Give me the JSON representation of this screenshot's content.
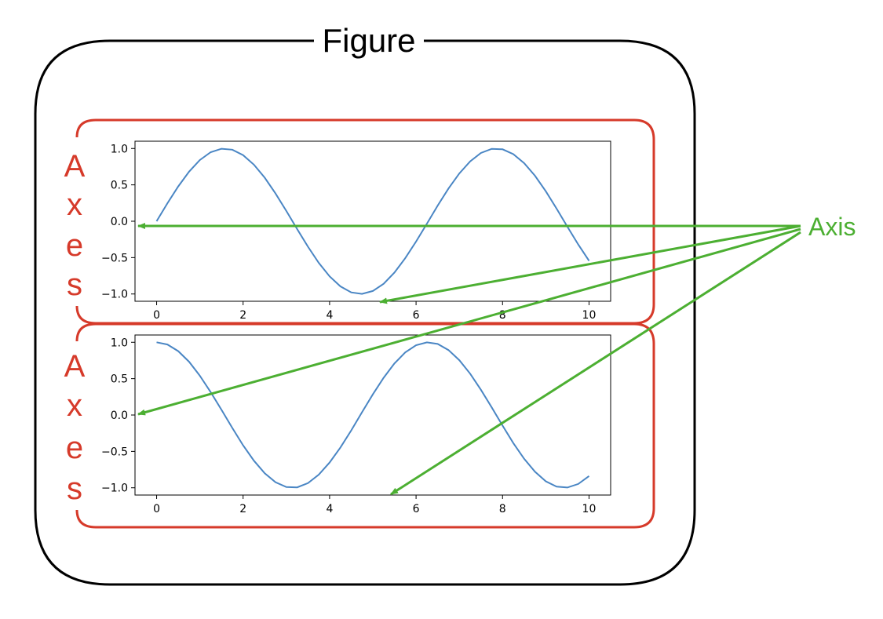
{
  "title": "Figure",
  "axes_label_letters": [
    "A",
    "x",
    "e",
    "s"
  ],
  "axis_label": "Axis",
  "colors": {
    "figure_border": "#000000",
    "axes_border": "#d63a2a",
    "axis_arrow": "#4caf32",
    "curve": "#4a86c4"
  },
  "chart_data": [
    {
      "type": "line",
      "title": "",
      "xlabel": "",
      "ylabel": "",
      "function": "sin(x)",
      "x": [
        0,
        0.25,
        0.5,
        0.75,
        1,
        1.25,
        1.5,
        1.75,
        2,
        2.25,
        2.5,
        2.75,
        3,
        3.25,
        3.5,
        3.75,
        4,
        4.25,
        4.5,
        4.75,
        5,
        5.25,
        5.5,
        5.75,
        6,
        6.25,
        6.5,
        6.75,
        7,
        7.25,
        7.5,
        7.75,
        8,
        8.25,
        8.5,
        8.75,
        9,
        9.25,
        9.5,
        9.75,
        10
      ],
      "y": [
        0,
        0.247,
        0.479,
        0.682,
        0.841,
        0.949,
        0.997,
        0.984,
        0.909,
        0.778,
        0.598,
        0.382,
        0.141,
        -0.108,
        -0.351,
        -0.572,
        -0.757,
        -0.895,
        -0.978,
        -0.999,
        -0.959,
        -0.859,
        -0.706,
        -0.508,
        -0.279,
        -0.033,
        0.215,
        0.45,
        0.657,
        0.823,
        0.938,
        0.995,
        0.989,
        0.922,
        0.798,
        0.625,
        0.412,
        0.174,
        -0.075,
        -0.319,
        -0.544
      ],
      "xticks": [
        "0",
        "2",
        "4",
        "6",
        "8",
        "10"
      ],
      "yticks": [
        "1.0",
        "0.5",
        "0.0",
        "−0.5",
        "−1.0"
      ],
      "xlim": [
        -0.5,
        10.5
      ],
      "ylim": [
        -1.1,
        1.1
      ]
    },
    {
      "type": "line",
      "title": "",
      "xlabel": "",
      "ylabel": "",
      "function": "cos(x)",
      "x": [
        0,
        0.25,
        0.5,
        0.75,
        1,
        1.25,
        1.5,
        1.75,
        2,
        2.25,
        2.5,
        2.75,
        3,
        3.25,
        3.5,
        3.75,
        4,
        4.25,
        4.5,
        4.75,
        5,
        5.25,
        5.5,
        5.75,
        6,
        6.25,
        6.5,
        6.75,
        7,
        7.25,
        7.5,
        7.75,
        8,
        8.25,
        8.5,
        8.75,
        9,
        9.25,
        9.5,
        9.75,
        10
      ],
      "y": [
        1,
        0.969,
        0.878,
        0.732,
        0.54,
        0.315,
        0.071,
        -0.178,
        -0.416,
        -0.628,
        -0.801,
        -0.924,
        -0.99,
        -0.994,
        -0.936,
        -0.82,
        -0.654,
        -0.446,
        -0.211,
        0.038,
        0.284,
        0.512,
        0.709,
        0.861,
        0.96,
        0.999,
        0.977,
        0.893,
        0.754,
        0.568,
        0.347,
        0.105,
        -0.146,
        -0.386,
        -0.602,
        -0.78,
        -0.911,
        -0.985,
        -0.997,
        -0.948,
        -0.839
      ],
      "xticks": [
        "0",
        "2",
        "4",
        "6",
        "8",
        "10"
      ],
      "yticks": [
        "1.0",
        "0.5",
        "0.0",
        "−0.5",
        "−1.0"
      ],
      "xlim": [
        -0.5,
        10.5
      ],
      "ylim": [
        -1.1,
        1.1
      ]
    }
  ]
}
